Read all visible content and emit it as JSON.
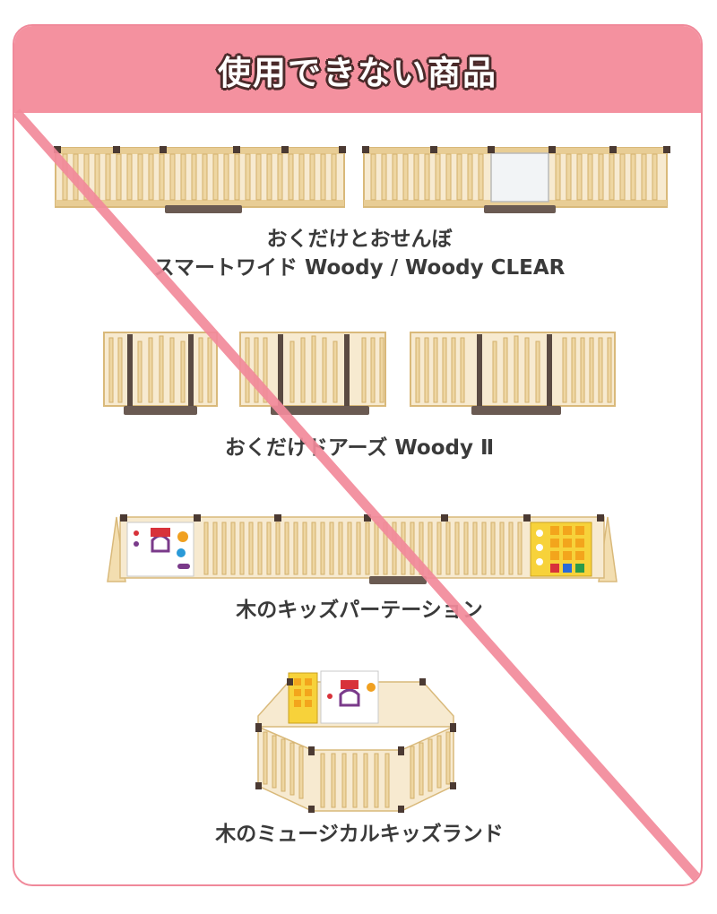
{
  "header": {
    "title": "使用できない商品"
  },
  "products": [
    {
      "name_line1": "おくだけとおせんぼ",
      "name_line2": "スマートワイド Woody / Woody CLEAR"
    },
    {
      "name_line1": "おくだけドアーズ Woody Ⅱ"
    },
    {
      "name_line1": "木のキッズパーテーション"
    },
    {
      "name_line1": "木のミュージカルキッズランド"
    }
  ],
  "colors": {
    "accent": "#f4919f",
    "border": "#f0899a",
    "strike": "#f28a9b",
    "wood": "#f3deb0",
    "wood_edge": "#d9b97a",
    "joint": "#4b3a33"
  }
}
